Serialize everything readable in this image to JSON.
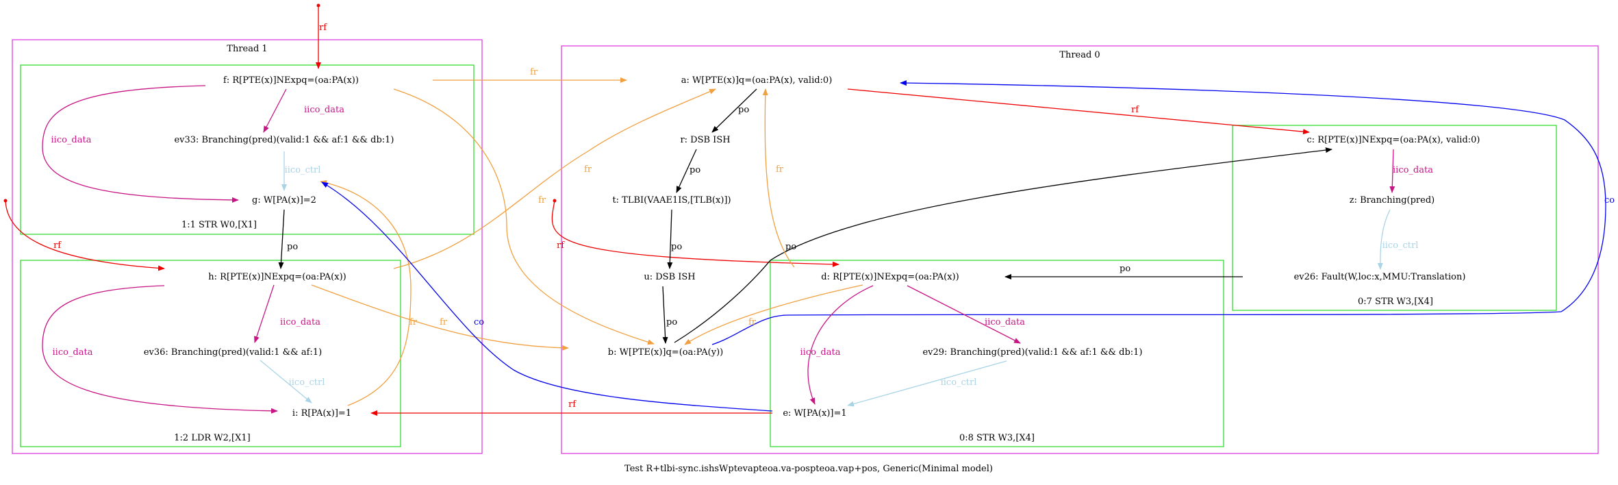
{
  "caption": "Test R+tlbi-sync.ishsWptevapteoa.va-pospteoa.vap+pos, Generic(Minimal model)",
  "colors": {
    "thread_border": "#e040e0",
    "instr_border": "#33dd33",
    "po": "#000000",
    "rf": "#ee0000",
    "fr": "#f0a040",
    "co": "#0000ee",
    "iico_data": "#c71585",
    "iico_ctrl": "#a8d4e6"
  },
  "threads": [
    {
      "id": "thread1",
      "label": "Thread 1"
    },
    {
      "id": "thread0",
      "label": "Thread 0"
    }
  ],
  "instructions": [
    {
      "id": "t1i1",
      "label": "1:1 STR W0,[X1]"
    },
    {
      "id": "t1i2",
      "label": "1:2 LDR W2,[X1]"
    },
    {
      "id": "t0i8",
      "label": "0:8 STR W3,[X4]"
    },
    {
      "id": "t0i7",
      "label": "0:7 STR W3,[X4]"
    }
  ],
  "nodes": {
    "f": "f: R[PTE(x)]NExpq=(oa:PA(x))",
    "ev33": "ev33: Branching(pred)(valid:1 && af:1 && db:1)",
    "g": "g: W[PA(x)]=2",
    "h": "h: R[PTE(x)]NExpq=(oa:PA(x))",
    "ev36": "ev36: Branching(pred)(valid:1 && af:1)",
    "i": "i: R[PA(x)]=1",
    "a": "a: W[PTE(x)]q=(oa:PA(x), valid:0)",
    "r": "r: DSB ISH",
    "t": "t: TLBI(VAAE1IS,[TLB(x)])",
    "u": "u: DSB ISH",
    "b": "b: W[PTE(x)]q=(oa:PA(y))",
    "d": "d: R[PTE(x)]NExpq=(oa:PA(x))",
    "ev29": "ev29: Branching(pred)(valid:1 && af:1 && db:1)",
    "e": "e: W[PA(x)]=1",
    "c": "c: R[PTE(x)]NExpq=(oa:PA(x), valid:0)",
    "z": "z: Branching(pred)",
    "ev26": "ev26: Fault(W,loc:x,MMU:Translation)"
  },
  "edge_labels": {
    "rf": "rf",
    "fr": "fr",
    "po": "po",
    "co": "co",
    "iico_data": "iico_data",
    "iico_ctrl": "iico_ctrl"
  }
}
